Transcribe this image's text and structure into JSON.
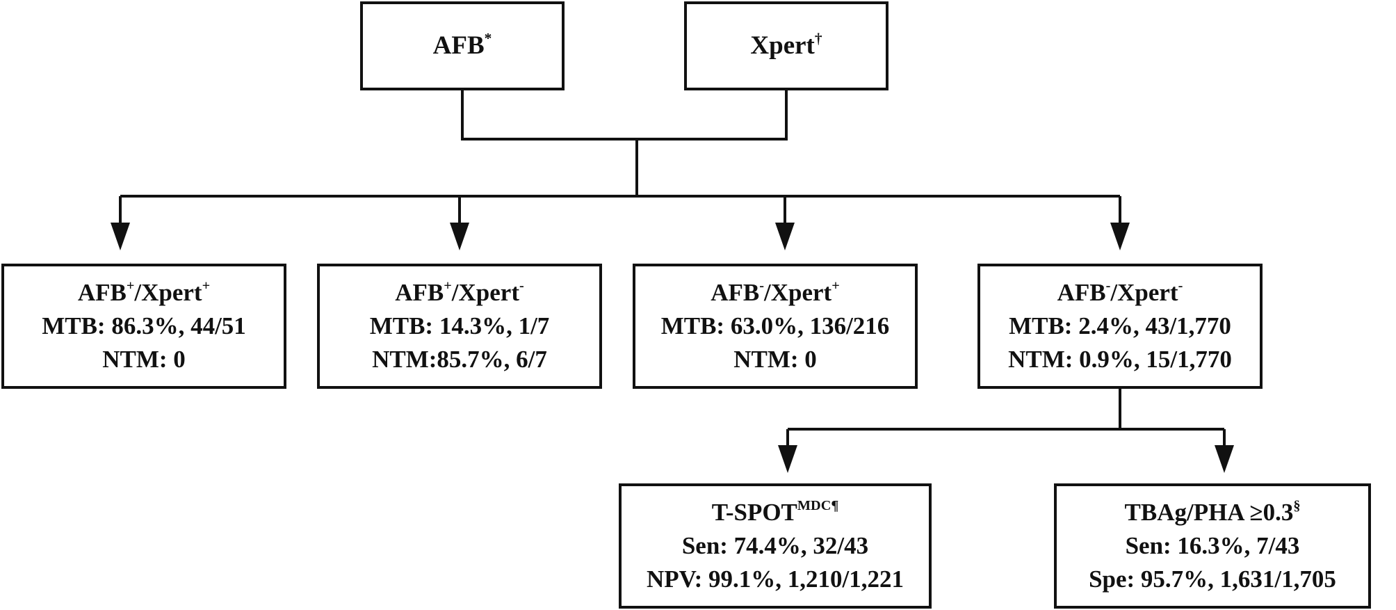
{
  "nodes": {
    "afb": {
      "title": "AFB",
      "title_sup": "*"
    },
    "xpert": {
      "title": "Xpert",
      "title_sup": "†"
    },
    "afb_pos_xpert_pos": {
      "t1": "AFB",
      "s1": "+",
      "t2": "/Xpert",
      "s2": "+",
      "mtb": "MTB: 86.3%, 44/51",
      "ntm": "NTM: 0"
    },
    "afb_pos_xpert_neg": {
      "t1": "AFB",
      "s1": "+",
      "t2": "/Xpert",
      "s2": "-",
      "mtb": "MTB: 14.3%, 1/7",
      "ntm": "NTM:85.7%, 6/7"
    },
    "afb_neg_xpert_pos": {
      "t1": "AFB",
      "s1": "-",
      "t2": "/Xpert",
      "s2": "+",
      "mtb": "MTB: 63.0%, 136/216",
      "ntm": "NTM: 0"
    },
    "afb_neg_xpert_neg": {
      "t1": "AFB",
      "s1": "-",
      "t2": "/Xpert",
      "s2": "-",
      "mtb": "MTB: 2.4%, 43/1,770",
      "ntm": "NTM: 0.9%, 15/1,770"
    },
    "tspot": {
      "title": "T-SPOT",
      "title_sup": "MDC¶",
      "line1": "Sen: 74.4%, 32/43",
      "line2": "NPV: 99.1%, 1,210/1,221"
    },
    "tbag": {
      "title": "TBAg/PHA ≥0.3",
      "title_sup": "§",
      "line1": "Sen: 16.3%, 7/43",
      "line2": "Spe: 95.7%, 1,631/1,705"
    }
  },
  "colors": {
    "stroke": "#111111",
    "background": "#ffffff"
  }
}
